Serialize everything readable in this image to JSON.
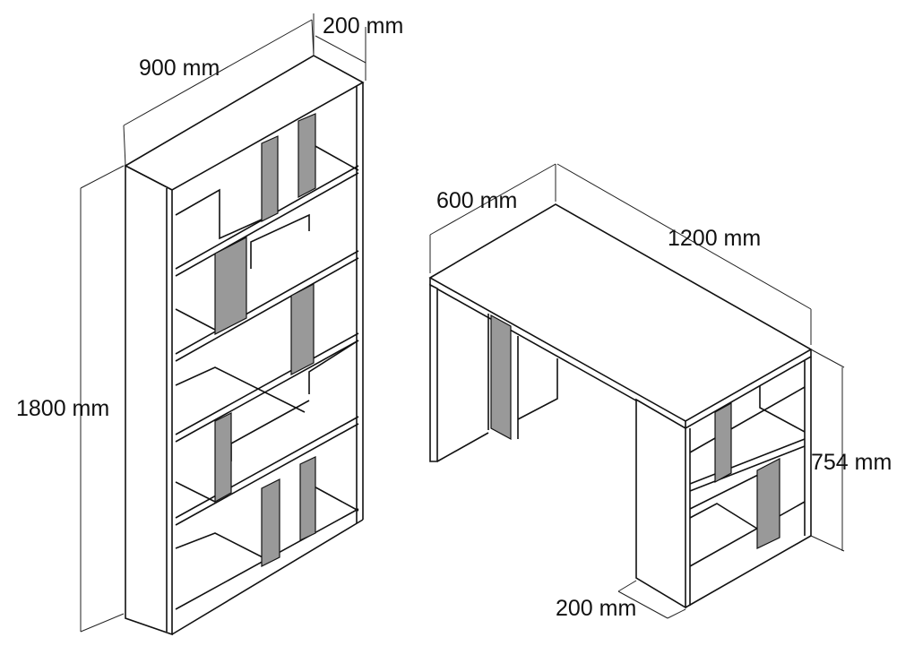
{
  "bookcase": {
    "width_label": "900 mm",
    "depth_label": "200 mm",
    "height_label": "1800 mm"
  },
  "desk": {
    "depth_label": "600 mm",
    "width_label": "1200 mm",
    "height_label": "754 mm",
    "pedestal_depth_label": "200 mm"
  },
  "colors": {
    "line": "#111111",
    "panel_accent": "#999999"
  }
}
